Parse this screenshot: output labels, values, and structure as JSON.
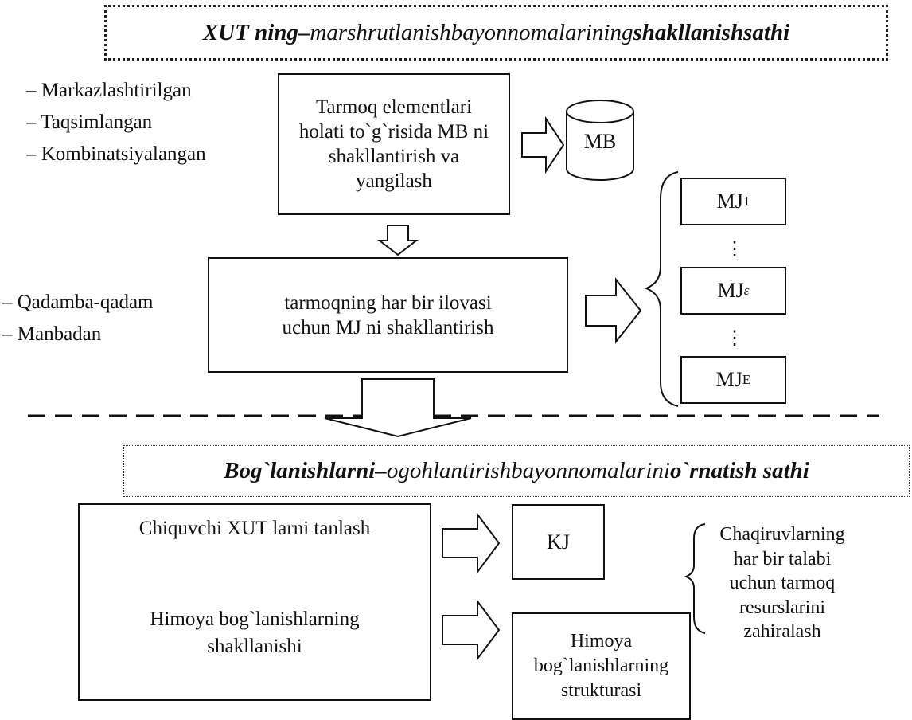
{
  "level1": {
    "title_a": "XUT ning",
    "title_dash": "–",
    "title_b": "marshrutlanish",
    "title_c": "bayonnomalarining",
    "title_d": "shakllanish",
    "title_e": "sathi",
    "methods_db": [
      "– Markazlashtirilgan",
      "– Taqsimlangan",
      "– Kombinatsiyalangan"
    ],
    "box_db_lines": [
      "Tarmoq elementlari",
      "holati to`g`risida MB ni",
      "shakllantirish va",
      "yangilash"
    ],
    "db_label": "MB",
    "methods_mj": [
      "– Qadamba-qadam",
      "– Manbadan"
    ],
    "box_mj_lines": [
      "tarmoqning har bir ilovasi",
      "uchun MJ ni shakllantirish"
    ],
    "mj_items": [
      {
        "base": "MJ",
        "sub": "1"
      },
      {
        "base": "MJ",
        "sub": "ε"
      },
      {
        "base": "MJ",
        "sub": "E"
      }
    ],
    "dots": "⋮"
  },
  "level2": {
    "title_a": "Bog`lanishlarni",
    "title_dash": "–",
    "title_b": "ogohlantirish",
    "title_c": "bayonnomalarini",
    "title_d": "o`rnatish sathi",
    "select_text": "Chiquvchi XUT larni tanlash",
    "protect_lines": [
      "Himoya bog`lanishlarning",
      "shakllanishi"
    ],
    "kj_label": "KJ",
    "struct_lines": [
      "Himoya",
      "bog`lanishlarning",
      "strukturasi"
    ],
    "reserve_lines": [
      "Chaqiruvlarning",
      "har bir talabi",
      "uchun tarmoq",
      "resurslarini",
      "zahiralash"
    ]
  }
}
